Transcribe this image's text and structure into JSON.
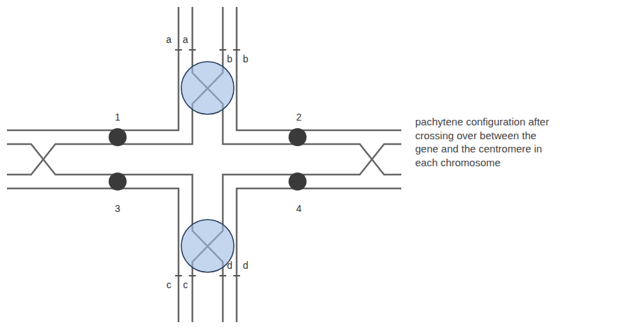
{
  "diagram": {
    "caption": "pachytene configuration after crossing over between the gene and the centromere in each chromosome",
    "labels": [
      "a",
      "a",
      "b",
      "b",
      "1",
      "2",
      "3",
      "4",
      "c",
      "c",
      "d",
      "d"
    ]
  }
}
